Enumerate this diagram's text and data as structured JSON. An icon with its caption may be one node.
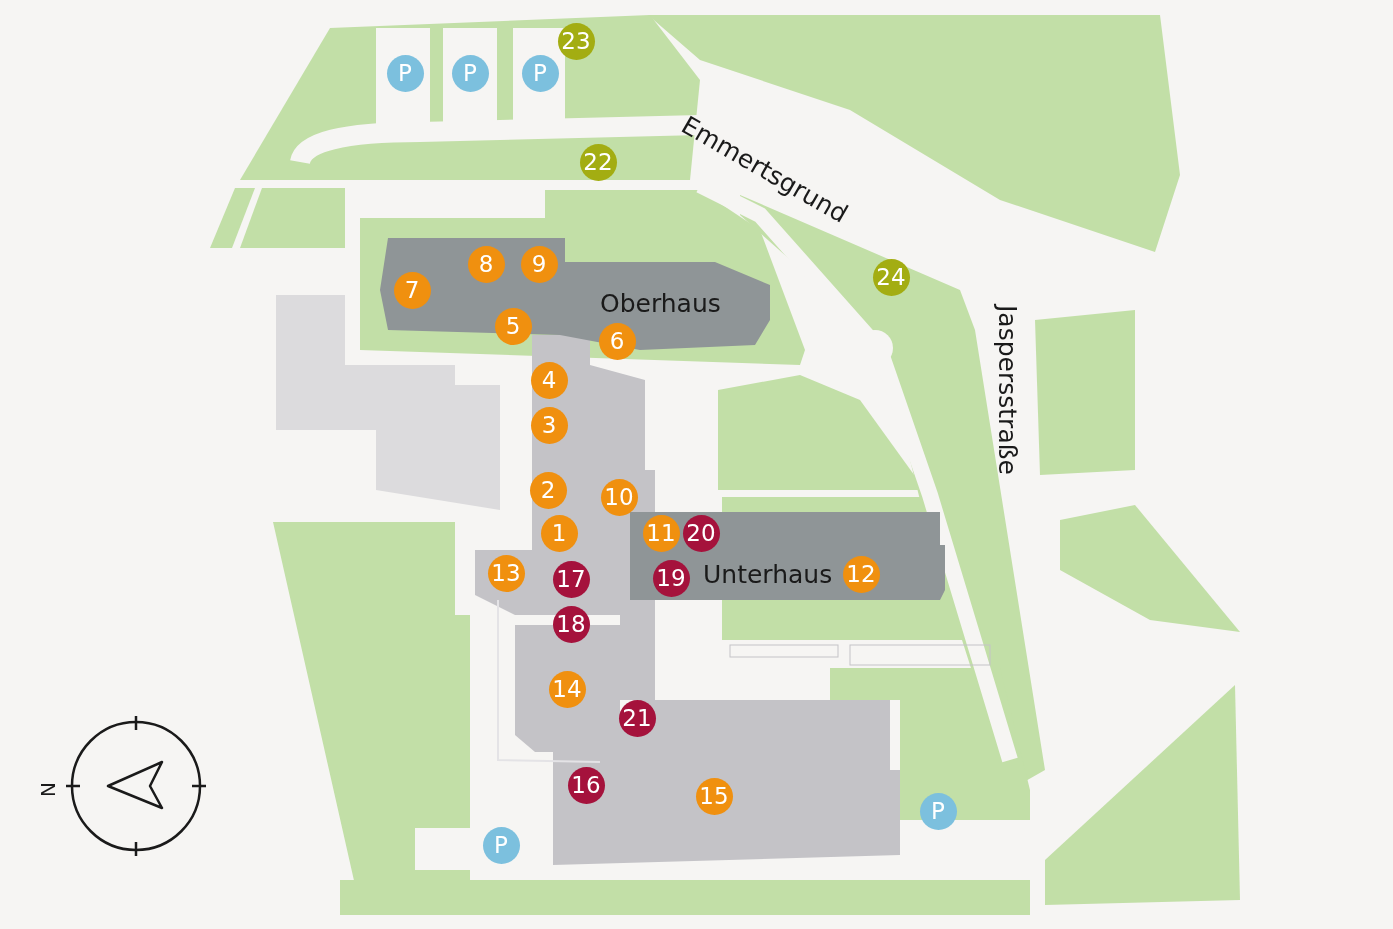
{
  "diagram": {
    "nodes": [
      {
        "text": [
          "1"
        ]
      },
      {
        "text": [
          "2"
        ]
      },
      {
        "text": [
          "3"
        ]
      },
      {
        "text": [
          "4"
        ]
      },
      {
        "text": [
          "5"
        ]
      },
      {
        "text": [
          "6"
        ]
      },
      {
        "text": [
          "7"
        ]
      },
      {
        "text": [
          "8"
        ]
      },
      {
        "text": [
          "9"
        ]
      },
      {
        "text": [
          "10"
        ]
      },
      {
        "text": [
          "11"
        ]
      },
      {
        "text": [
          "12"
        ]
      },
      {
        "text": [
          "13"
        ]
      },
      {
        "text": [
          "14"
        ]
      },
      {
        "text": [
          "15"
        ]
      },
      {
        "text": [
          "16"
        ]
      },
      {
        "text": [
          "17"
        ]
      },
      {
        "text": [
          "18"
        ]
      },
      {
        "text": [
          "19"
        ]
      },
      {
        "text": [
          "20"
        ]
      },
      {
        "text": [
          "21"
        ]
      },
      {
        "text": [
          "22"
        ]
      },
      {
        "text": [
          "23"
        ]
      },
      {
        "text": [
          "24"
        ]
      },
      {
        "text": [
          "P"
        ]
      },
      {
        "text": [
          "P"
        ]
      },
      {
        "text": [
          "P"
        ]
      },
      {
        "text": [
          "P"
        ]
      },
      {
        "text": [
          "P"
        ]
      }
    ],
    "labels": [
      "Emmertsgrund",
      "Oberhaus",
      "Jaspersstraße",
      "Unterhaus",
      "N"
    ]
  }
}
